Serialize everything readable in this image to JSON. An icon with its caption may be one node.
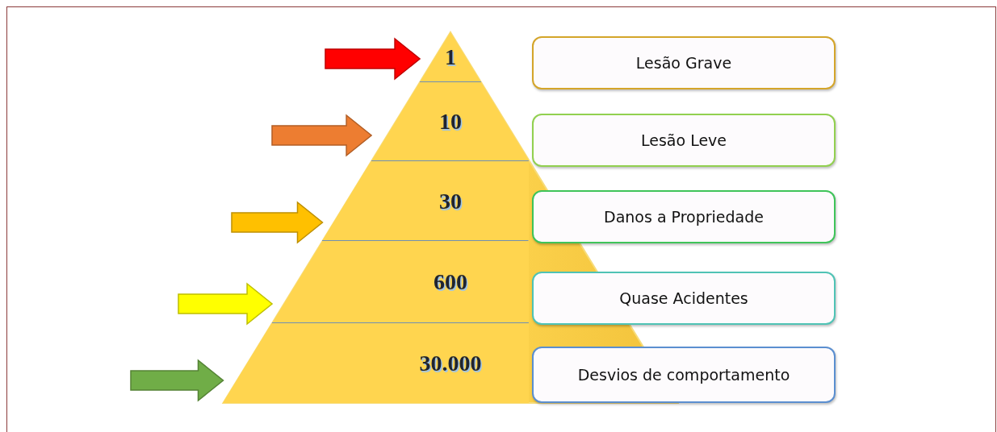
{
  "diagram": {
    "nodes": [
      {
        "text": [
          "1"
        ]
      },
      {
        "text": [
          "10"
        ]
      },
      {
        "text": [
          "30"
        ]
      },
      {
        "text": [
          "600"
        ]
      },
      {
        "text": [
          "30.000"
        ]
      },
      {
        "text": [
          "Lesão Grave"
        ]
      },
      {
        "text": [
          "Lesão Leve"
        ]
      },
      {
        "text": [
          "Danos a Propriedade"
        ]
      },
      {
        "text": [
          "Quase Acidentes"
        ]
      },
      {
        "text": [
          "Desvios de comportamento"
        ]
      }
    ],
    "edges": [
      {
        "from": null,
        "to": 0,
        "arrow": "to",
        "color": "#ff0000"
      },
      {
        "from": null,
        "to": 1,
        "arrow": "to",
        "color": "#ed7d31"
      },
      {
        "from": null,
        "to": 2,
        "arrow": "to",
        "color": "#ffc000"
      },
      {
        "from": null,
        "to": 3,
        "arrow": "to",
        "color": "#ffff00"
      },
      {
        "from": null,
        "to": 4,
        "arrow": "to",
        "color": "#70ad47"
      }
    ]
  }
}
